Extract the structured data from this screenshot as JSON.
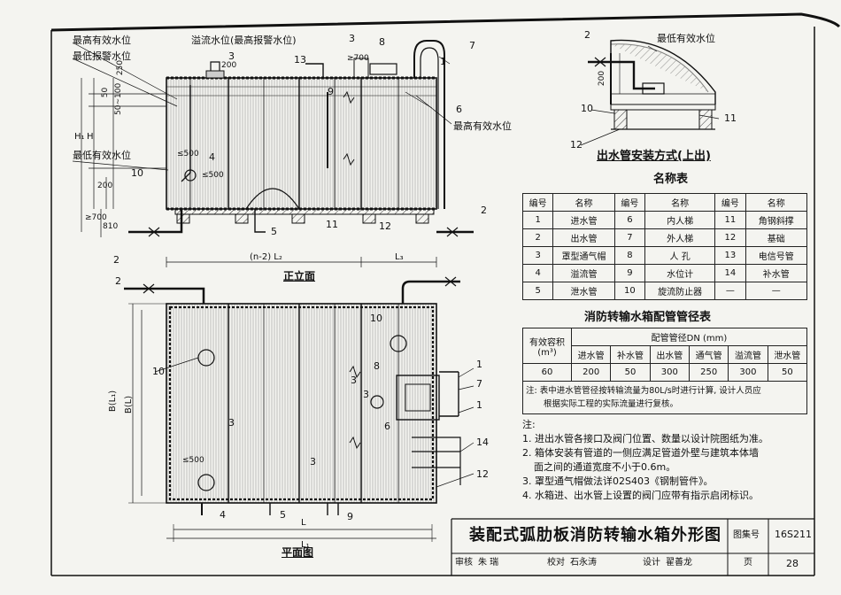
{
  "front_view": {
    "title": "正立面",
    "labels": {
      "max_water_level": "最高有效水位",
      "min_alarm_level": "最低报警水位",
      "min_water_level": "最低有效水位",
      "overflow_level": "溢流水位(最高报警水位)",
      "max_water_level_right": "最高有效水位"
    },
    "dims": {
      "d250": "250",
      "d50": "50",
      "d50_100": "50~100",
      "h1": "H₁",
      "h": "H",
      "d200": "200",
      "d700": "≥700",
      "d810": "810",
      "d500a": "≤500",
      "d500b": "≤500",
      "l2": "(n-2) L₂",
      "l3": "L₃",
      "d700top": "≥700",
      "d200top": "200"
    },
    "callouts": [
      "1",
      "2",
      "2",
      "3",
      "3",
      "4",
      "5",
      "6",
      "7",
      "8",
      "9",
      "10",
      "11",
      "12",
      "13"
    ]
  },
  "plan_view": {
    "title": "平面图",
    "dims": {
      "b1": "B(L₁)",
      "b": "B(L)",
      "l": "L",
      "l1": "L₁",
      "d500": "≤500"
    },
    "callouts": [
      "1",
      "1",
      "2",
      "3",
      "3",
      "3",
      "3",
      "4",
      "5",
      "6",
      "7",
      "8",
      "9",
      "10",
      "10",
      "12",
      "14"
    ]
  },
  "outlet_detail": {
    "title": "出水管安装方式(上出)",
    "label": "最低有效水位",
    "dim": "200",
    "callouts": [
      "2",
      "10",
      "11",
      "12"
    ]
  },
  "names_table": {
    "title": "名称表",
    "headers": [
      "编号",
      "名称",
      "编号",
      "名称",
      "编号",
      "名称"
    ],
    "rows": [
      [
        "1",
        "进水管",
        "6",
        "内人梯",
        "11",
        "角钢斜撑"
      ],
      [
        "2",
        "出水管",
        "7",
        "外人梯",
        "12",
        "基础"
      ],
      [
        "3",
        "罩型通气帽",
        "8",
        "人 孔",
        "13",
        "电信号管"
      ],
      [
        "4",
        "溢流管",
        "9",
        "水位计",
        "14",
        "补水管"
      ],
      [
        "5",
        "泄水管",
        "10",
        "旋流防止器",
        "—",
        "—"
      ]
    ]
  },
  "pipe_table": {
    "title": "消防转输水箱配管管径表",
    "capacity_header": "有效容积",
    "capacity_unit": "(m³)",
    "dn_header": "配管管径DN (mm)",
    "sub_headers": [
      "进水管",
      "补水管",
      "出水管",
      "通气管",
      "溢流管",
      "泄水管"
    ],
    "row": {
      "capacity": "60",
      "values": [
        "200",
        "50",
        "300",
        "250",
        "300",
        "50"
      ]
    },
    "note_line1": "注: 表中进水管管径按转输流量为80L/s时进行计算, 设计人员应",
    "note_line2": "根据实际工程的实际流量进行复核。"
  },
  "notes": {
    "heading": "注:",
    "items": [
      "1. 进出水管各接口及阀门位置、数量以设计院图纸为准。",
      "2. 箱体安装有管道的一侧应满足管道外壁与建筑本体墙",
      "面之间的通道宽度不小于0.6m。",
      "3. 罩型通气帽做法详02S403《钢制管件》。",
      "4. 水箱进、出水管上设置的阀门应带有指示启闭标识。"
    ]
  },
  "title_block": {
    "title": "装配式弧肋板消防转输水箱外形图",
    "atlas_label": "图集号",
    "atlas_no": "16S211",
    "review_label": "审核",
    "reviewer": "朱 瑞",
    "check_label": "校对",
    "checker": "石永涛",
    "design_label": "设计",
    "designer": "翟善龙",
    "page_label": "页",
    "page_no": "28"
  }
}
